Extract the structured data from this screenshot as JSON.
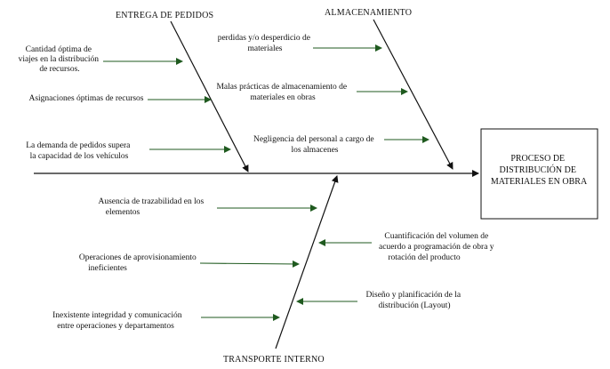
{
  "colors": {
    "text": "#111111",
    "bone": "#111111",
    "cause_arrow": "#1f5a1f",
    "effect_box_border": "#111111"
  },
  "categories": [
    {
      "id": "entrega",
      "label": "ENTREGA DE PEDIDOS"
    },
    {
      "id": "almacenamiento",
      "label": "ALMACENAMIENTO"
    },
    {
      "id": "transporte",
      "label": "TRANSPORTE INTERNO"
    }
  ],
  "effect": {
    "lines": [
      "PROCESO DE",
      "DISTRIBUCIÓN DE",
      "MATERIALES EN OBRA"
    ]
  },
  "causes": {
    "entrega": [
      {
        "lines": [
          "Cantidad óptima de",
          "viajes en la distribución",
          "de recursos."
        ]
      },
      {
        "lines": [
          "Asignaciones óptimas de recursos"
        ]
      },
      {
        "lines": [
          "La demanda de pedidos supera",
          "la capacidad de los vehículos"
        ]
      }
    ],
    "almacenamiento": [
      {
        "lines": [
          "perdidas y/o desperdicio de",
          "materiales"
        ]
      },
      {
        "lines": [
          "Malas prácticas de almacenamiento de",
          "materiales en obras"
        ]
      },
      {
        "lines": [
          "Negligencia del personal a cargo de",
          "los almacenes"
        ]
      }
    ],
    "transporte": [
      {
        "lines": [
          "Ausencia de trazabilidad en los",
          "elementos"
        ]
      },
      {
        "lines": [
          "Operaciones de aprovisionamiento",
          "ineficientes"
        ]
      },
      {
        "lines": [
          "Inexistente integridad y comunicación",
          "entre operaciones y departamentos"
        ]
      },
      {
        "lines": [
          "Cuantificación del volumen de",
          "acuerdo a programación de obra y",
          "rotación del producto"
        ]
      },
      {
        "lines": [
          "Diseño y planificación de la",
          "distribución (Layout)"
        ]
      }
    ]
  }
}
